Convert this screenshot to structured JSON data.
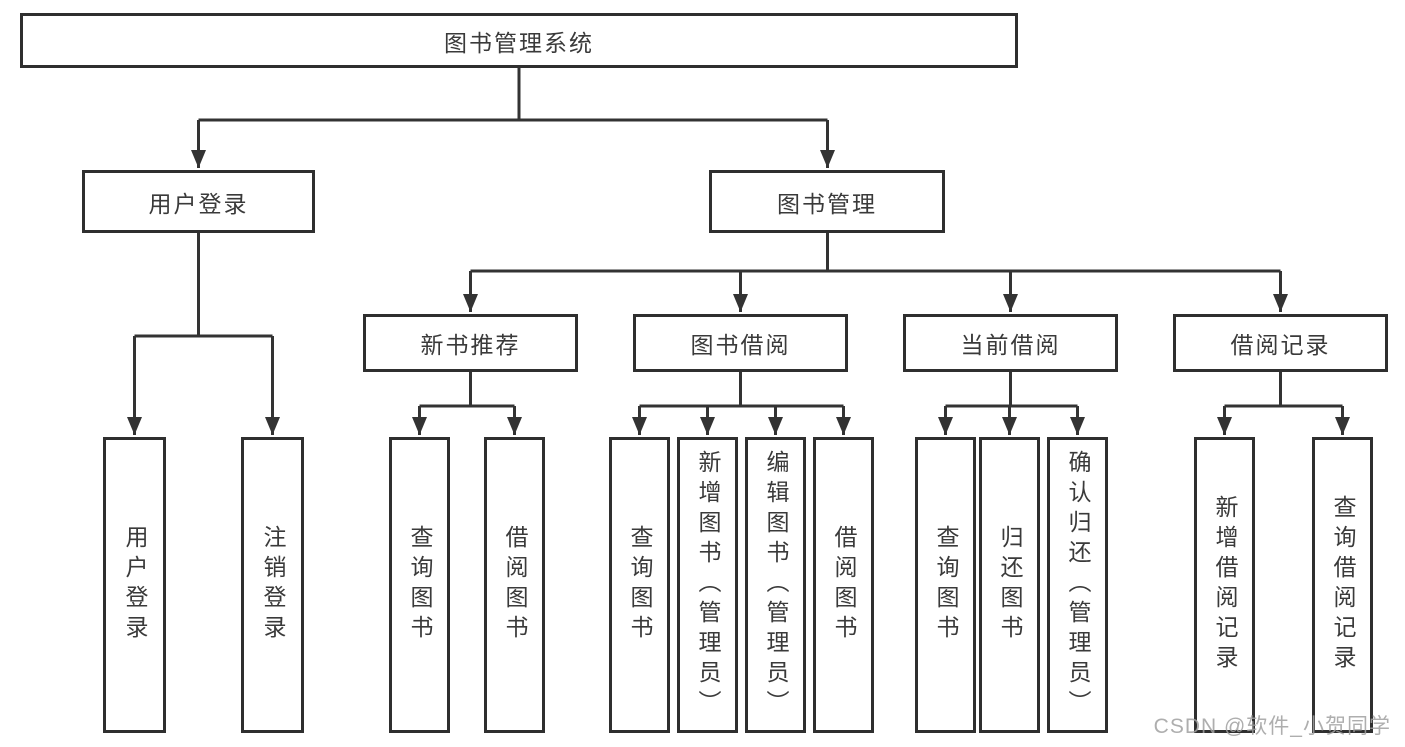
{
  "diagram": {
    "title": "图书管理系统",
    "root": "图书管理系统",
    "level2": {
      "user_login_branch": "用户登录",
      "book_management": "图书管理"
    },
    "level3": {
      "new_book_recommend": "新书推荐",
      "book_borrowing": "图书借阅",
      "current_borrowing": "当前借阅",
      "borrowing_records": "借阅记录"
    },
    "leaves": {
      "user_login": "用户登录",
      "logout": "注销登录",
      "nb_query_books": "查询图书",
      "nb_borrow_books": "借阅图书",
      "bb_query_books": "查询图书",
      "bb_add_books_admin": "新增图书（管理员）",
      "bb_edit_books_admin": "编辑图书（管理员）",
      "bb_borrow_books": "借阅图书",
      "cb_query_books": "查询图书",
      "cb_return_books": "归还图书",
      "cb_confirm_return_admin": "确认归还（管理员）",
      "br_add_record": "新增借阅记录",
      "br_query_record": "查询借阅记录"
    },
    "colors": {
      "line": "#333333",
      "box_border": "#2f2f2f",
      "text": "#3a3a3a",
      "background": "#ffffff",
      "watermark": "#a9a9a9"
    },
    "watermark": "CSDN @软件_小贺同学"
  }
}
